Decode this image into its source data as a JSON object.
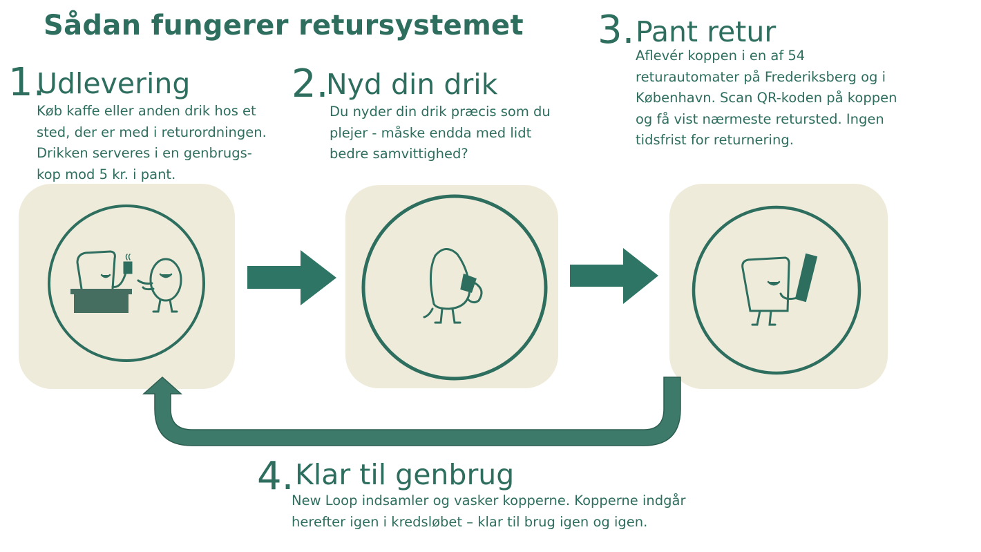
{
  "title": "Sådan fungerer retursystemet",
  "steps": [
    {
      "number": "1.",
      "heading": "Udlevering",
      "lines": [
        "Køb kaffe eller anden drik hos et",
        "sted, der er med i returordningen.",
        "Drikken serveres i en genbrugs-",
        "kop mod 5 kr. i pant."
      ]
    },
    {
      "number": "2.",
      "heading": "Nyd din drik",
      "lines": [
        "Du nyder din drik præcis som du",
        "plejer - måske endda med lidt",
        "bedre samvittighed?"
      ]
    },
    {
      "number": "3.",
      "heading": "Pant retur",
      "lines": [
        "Aflevér koppen i en af 54",
        "returautomater på Frederiksberg og i",
        "København. Scan QR-koden på koppen",
        "og få vist nærmeste retursted. Ingen",
        "tidsfrist for returnering."
      ]
    },
    {
      "number": "4.",
      "heading": "Klar til genbrug",
      "lines": [
        "New Loop indsamler og vasker kopperne. Kopperne indgår",
        "herefter igen i kredsløbet – klar til brug igen og igen."
      ]
    }
  ],
  "colors": {
    "text": "#2e6e5e",
    "panel": "#efebdb",
    "arrow": "#3d7a6a"
  }
}
